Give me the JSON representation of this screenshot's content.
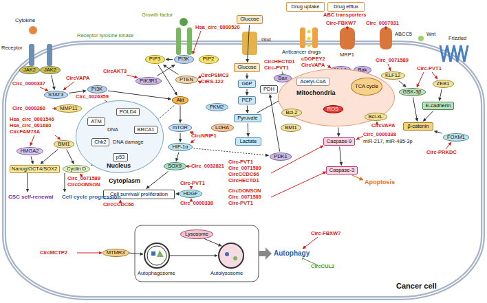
{
  "diagram": {
    "nodes": [
      {
        "text": [
          "Drug uptake"
        ]
      },
      {
        "text": [
          "Drug efflux"
        ]
      },
      {
        "text": [
          "Glucose"
        ]
      },
      {
        "text": [
          "JAK2"
        ]
      },
      {
        "text": [
          "JAK2"
        ]
      },
      {
        "text": [
          "STAT3"
        ]
      },
      {
        "text": [
          "MMP11"
        ]
      },
      {
        "text": [
          "PIP3"
        ]
      },
      {
        "text": [
          "PI3K"
        ]
      },
      {
        "text": [
          "PIP2"
        ]
      },
      {
        "text": [
          "PTEN"
        ]
      },
      {
        "text": [
          "PI3K"
        ]
      },
      {
        "text": [
          "PIK3R1"
        ]
      },
      {
        "text": [
          "Akt"
        ]
      },
      {
        "text": [
          "Nucleus"
        ]
      },
      {
        "text": [
          "ATM"
        ],
        "in": 14
      },
      {
        "text": [
          "POLD4"
        ],
        "in": 14
      },
      {
        "text": [
          "BRCA1"
        ],
        "in": 14
      },
      {
        "text": [
          "Chk2"
        ],
        "in": 14
      },
      {
        "text": [
          "p53"
        ],
        "in": 14
      },
      {
        "text": [
          "HMGA2"
        ]
      },
      {
        "text": [
          "BMI1"
        ]
      },
      {
        "text": [
          "Nanog/OCT4/SOX2"
        ]
      },
      {
        "text": [
          "Cyclin D"
        ]
      },
      {
        "text": [
          "mTOR"
        ]
      },
      {
        "text": [
          "HIF-1α"
        ]
      },
      {
        "text": [
          "SOX9"
        ]
      },
      {
        "text": [
          "Cell survival/ proliferation"
        ]
      },
      {
        "text": [
          "HDGF"
        ]
      },
      {
        "text": [
          "Glucose"
        ]
      },
      {
        "text": [
          "G6P"
        ]
      },
      {
        "text": [
          "PEP"
        ]
      },
      {
        "text": [
          "PKM2"
        ]
      },
      {
        "text": [
          "Pyruvate"
        ]
      },
      {
        "text": [
          "LDHA"
        ]
      },
      {
        "text": [
          "Lactate"
        ]
      },
      {
        "text": [
          "PDH"
        ]
      },
      {
        "text": [
          "PDK1"
        ]
      },
      {
        "text": [
          "Bax"
        ]
      },
      {
        "text": [
          "Mcl-1"
        ]
      },
      {
        "text": [
          "Bak"
        ]
      },
      {
        "text": [
          "Mitochondria"
        ]
      },
      {
        "text": [
          "Acetyl-CoA"
        ],
        "in": 41
      },
      {
        "text": [
          "TCA cycle"
        ],
        "in": 41
      },
      {
        "text": [
          "ROS"
        ],
        "in": 41
      },
      {
        "text": [
          "Bcl-2"
        ]
      },
      {
        "text": [
          "BMI1"
        ]
      },
      {
        "text": [
          "Bcl-xL"
        ]
      },
      {
        "text": [
          "Caspase-9"
        ]
      },
      {
        "text": [
          "Caspase-3"
        ]
      },
      {
        "text": [
          "KLF12"
        ]
      },
      {
        "text": [
          "GSK-3β"
        ]
      },
      {
        "text": [
          "ZEB1"
        ]
      },
      {
        "text": [
          "E-cadherin"
        ]
      },
      {
        "text": [
          "β-catenin"
        ]
      },
      {
        "text": [
          "FOXM1"
        ]
      },
      {
        "text": [
          "MTMR3"
        ]
      },
      {
        "text": [
          "Lysosome"
        ]
      }
    ],
    "edges": [
      {
        "from": 4,
        "to": 5,
        "arrow": "to"
      },
      {
        "from": 5,
        "to": 11,
        "arrow": "to"
      },
      {
        "from": 11,
        "to": 13,
        "arrow": "to"
      },
      {
        "from": 12,
        "to": 8,
        "arrow": "to"
      },
      {
        "from": 8,
        "to": 7,
        "arrow": "to"
      },
      {
        "from": 10,
        "to": 7,
        "arrow": "to"
      },
      {
        "from": 7,
        "to": 13,
        "arrow": "to"
      },
      {
        "from": 13,
        "to": 24,
        "arrow": "to"
      },
      {
        "from": 24,
        "to": 25,
        "arrow": "to"
      },
      {
        "from": 25,
        "to": 26,
        "arrow": "to"
      },
      {
        "from": 26,
        "to": 27,
        "arrow": "to"
      },
      {
        "from": 13,
        "to": 17,
        "arrow": "to"
      },
      {
        "from": 25,
        "to": 37,
        "arrow": "to"
      },
      {
        "from": 28,
        "to": 27,
        "arrow": "to"
      },
      {
        "from": 15,
        "to": 18,
        "arrow": "to"
      },
      {
        "from": 18,
        "to": 19,
        "arrow": "to"
      },
      {
        "from": 19,
        "to": 23,
        "arrow": "to"
      },
      {
        "from": 20,
        "to": 22,
        "arrow": "to"
      },
      {
        "from": 21,
        "to": 22,
        "arrow": "to"
      },
      {
        "from": 21,
        "to": 23,
        "arrow": "to"
      },
      {
        "from": 2,
        "to": 29,
        "arrow": "to"
      },
      {
        "from": 29,
        "to": 30,
        "arrow": "to"
      },
      {
        "from": 30,
        "to": 31,
        "arrow": "to"
      },
      {
        "from": 31,
        "to": 33,
        "arrow": "to"
      },
      {
        "from": 33,
        "to": 35,
        "arrow": "to"
      },
      {
        "from": 33,
        "to": 42,
        "arrow": "to"
      },
      {
        "from": 42,
        "to": 43,
        "arrow": "to"
      },
      {
        "from": 37,
        "to": 36,
        "arrow": "to"
      },
      {
        "from": 41,
        "to": 48,
        "arrow": "to"
      },
      {
        "from": 48,
        "to": 49,
        "arrow": "to"
      },
      {
        "from": 50,
        "to": 51,
        "arrow": "to"
      },
      {
        "from": 51,
        "to": 54,
        "arrow": "to"
      },
      {
        "from": 52,
        "to": 53,
        "arrow": "to"
      },
      {
        "from": 53,
        "to": 54,
        "arrow": "to"
      },
      {
        "from": 55,
        "to": 54,
        "arrow": "to"
      }
    ],
    "labels": [
      "Cytokine",
      "Receptor",
      "Growth factor",
      "Receptor tyrosine kinase",
      "Hsa_circ_0000520",
      "Glut",
      "ABC transporters",
      "Anticancer drugs",
      "Circ-FBXW7",
      "MRP1",
      "Circ_0007031",
      "ABCC5",
      "Wnt",
      "Frizzled",
      "CircVAPA",
      "Circ_0000337",
      "Circ_0000260",
      "CircAKT3",
      "Circ_0026359",
      "CircPSMC3",
      "CiRS-122",
      "DNA",
      "DNA damage",
      "Hsa_circ_0001546",
      "Hsa_circ_001680",
      "CircFAM73A",
      "CircNRIP1",
      "Circ_0032821",
      "Circ-PVT1",
      "Circ_0000338",
      "CircCCDC66",
      "Cytoplasm",
      "Circ_0071589",
      "CircDONSON",
      "CSC self-renewal",
      "Cell cycle progression",
      "CircHECTD1",
      "Circ-PVT1",
      "cDOPEY2",
      "CircVAPA",
      "Circ_0071589",
      "Circ-PVT1",
      "CircVAPA",
      "Circ_0000338",
      "miR-217, miR-485-3p",
      "Apoptosis",
      "Circ-PVT1",
      "Circ_0071589",
      "CircCCDC66",
      "CircHECTD1",
      "CircDONSON",
      "Circ_0071589",
      "Circ-PVT1",
      "Circ-PRKDC",
      "CircMCTP2",
      "Autophagosome",
      "Autolysosome",
      "Autophagy",
      "Circ-FBXW7",
      "CircCUL2",
      "Cancer cell"
    ]
  }
}
